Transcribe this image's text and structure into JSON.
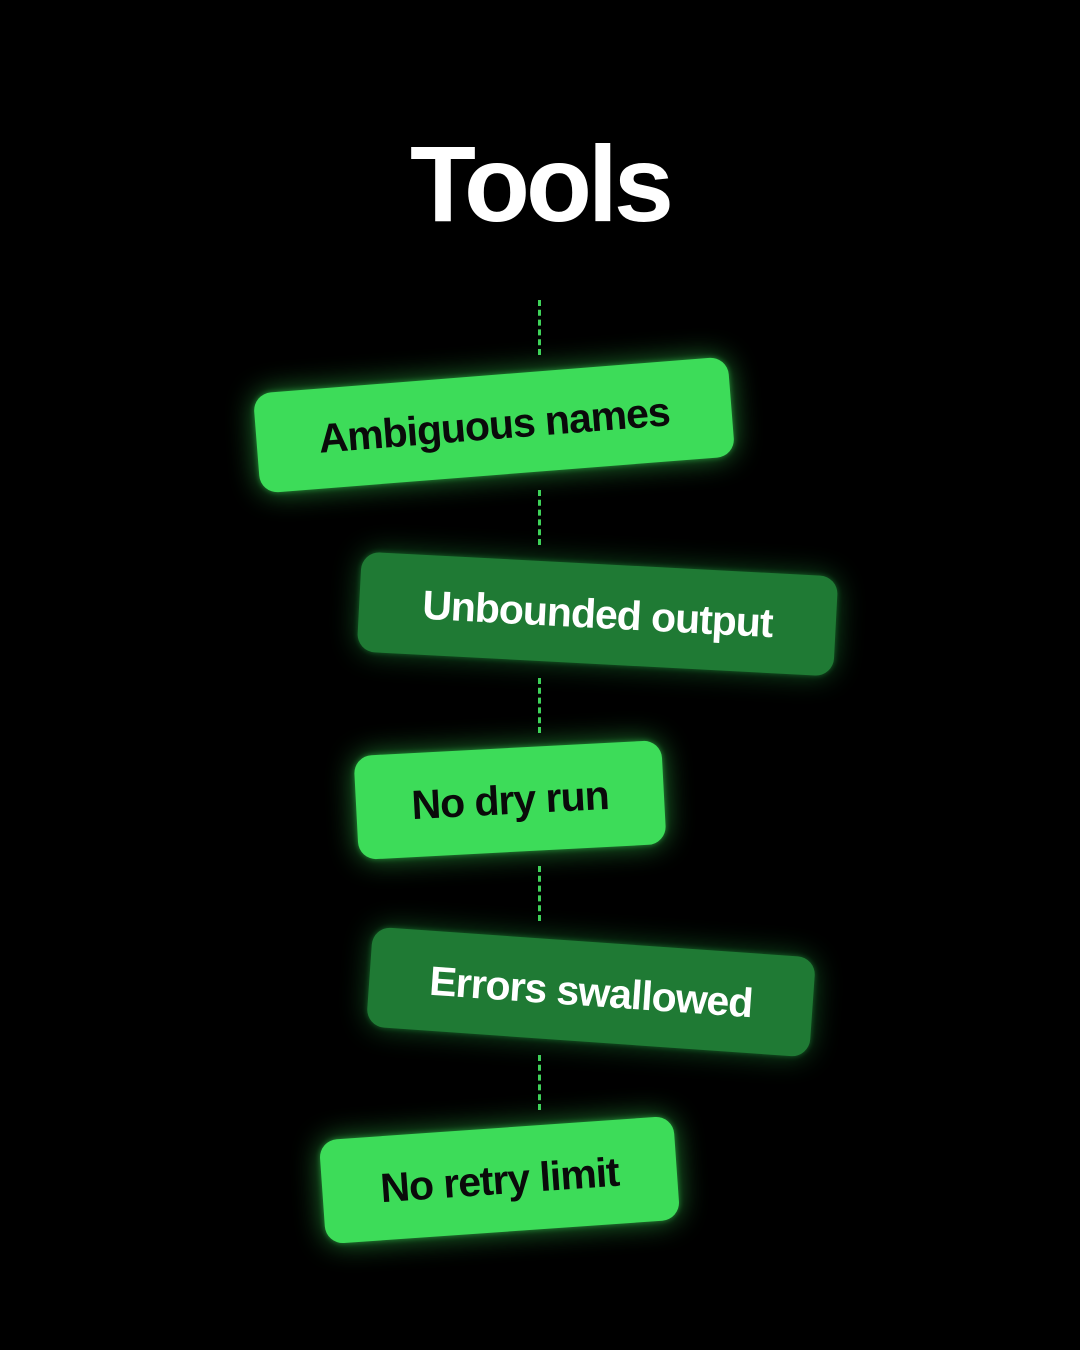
{
  "title": "Tools",
  "accent_color": "#3ddc59",
  "dark_chip_color": "#1f7a34",
  "background_color": "#000000",
  "items": [
    {
      "label": "Ambiguous names",
      "style": "light"
    },
    {
      "label": "Unbounded output",
      "style": "dark"
    },
    {
      "label": "No dry run",
      "style": "light"
    },
    {
      "label": "Errors swallowed",
      "style": "dark"
    },
    {
      "label": "No retry limit",
      "style": "light"
    }
  ]
}
